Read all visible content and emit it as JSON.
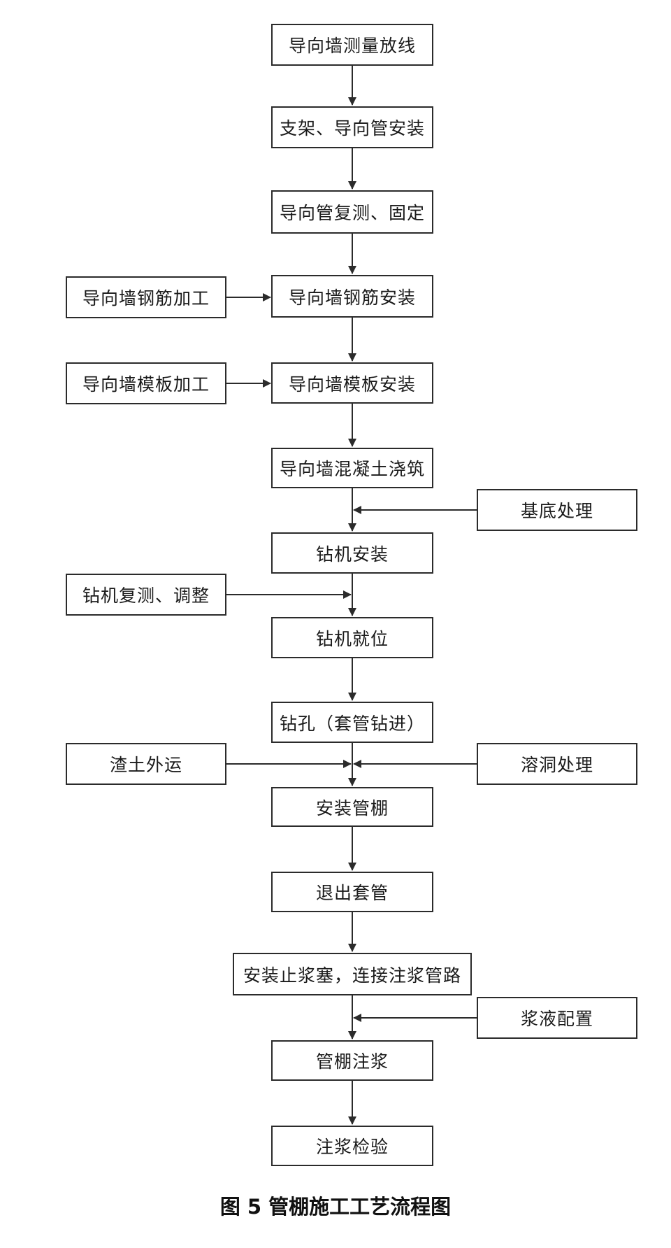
{
  "main_steps": [
    "导向墙测量放线",
    "支架、导向管安装",
    "导向管复测、固定",
    "导向墙钢筋安装",
    "导向墙模板安装",
    "导向墙混凝土浇筑",
    "钻机安装",
    "钻机就位",
    "钻孔（套管钻进）",
    "安装管棚",
    "退出套管",
    "安装止浆塞，连接注浆管路",
    "管棚注浆",
    "注浆检验"
  ],
  "side_steps": {
    "rebar_processing": "导向墙钢筋加工",
    "formwork_processing": "导向墙模板加工",
    "base_treatment": "基底处理",
    "rig_recheck": "钻机复测、调整",
    "spoil_transport": "渣土外运",
    "cave_treatment": "溶洞处理",
    "slurry_preparation": "浆液配置"
  },
  "caption": "图 5  管棚施工工艺流程图",
  "colors": {
    "line": "#2b2b2b",
    "text": "#1a1a1a"
  }
}
